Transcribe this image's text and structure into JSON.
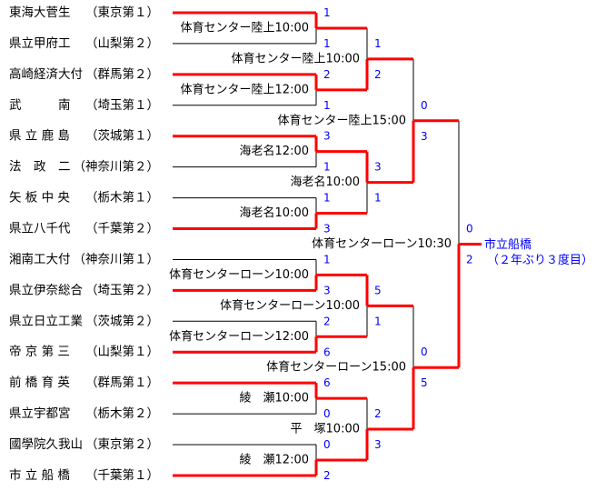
{
  "colors": {
    "win_line": "#ff0000",
    "line": "#000000",
    "score": "#0000ff"
  },
  "teams": [
    {
      "name": "東海大菅生",
      "pref": "（東京第１）"
    },
    {
      "name": "県立甲府工",
      "pref": "（山梨第２）"
    },
    {
      "name": "高崎経済大付",
      "pref": "（群馬第２）"
    },
    {
      "name": "武　　　南",
      "pref": "（埼玉第１）"
    },
    {
      "name": "県 立 鹿 島",
      "pref": "（茨城第１）"
    },
    {
      "name": "法　政　二",
      "pref": "（神奈川第２）"
    },
    {
      "name": "矢 板 中 央",
      "pref": "（栃木第１）"
    },
    {
      "name": "県立八千代",
      "pref": "（千葉第２）"
    },
    {
      "name": "湘南工大付",
      "pref": "（神奈川第１）"
    },
    {
      "name": "県立伊奈総合",
      "pref": "（埼玉第２）"
    },
    {
      "name": "県立日立工業",
      "pref": "（茨城第２）"
    },
    {
      "name": "帝 京 第 三",
      "pref": "（山梨第１）"
    },
    {
      "name": "前 橋 育 英",
      "pref": "（群馬第１）"
    },
    {
      "name": "県立宇都宮",
      "pref": "（栃木第２）"
    },
    {
      "name": "國學院久我山",
      "pref": "（東京第２）"
    },
    {
      "name": "市 立 船 橋",
      "pref": "（千葉第１）"
    }
  ],
  "rounds": [
    [
      {
        "venue": "体育センター陸上10:00",
        "scores": [
          "1",
          "1"
        ],
        "winner": 0
      },
      {
        "venue": "体育センター陸上12:00",
        "scores": [
          "2",
          "1"
        ],
        "winner": 0
      },
      {
        "venue": "海老名12:00",
        "scores": [
          "3",
          "1"
        ],
        "winner": 0
      },
      {
        "venue": "海老名10:00",
        "scores": [
          "1",
          "3"
        ],
        "winner": 1
      },
      {
        "venue": "体育センターローン10:00",
        "scores": [
          "1",
          "3"
        ],
        "winner": 1
      },
      {
        "venue": "体育センターローン12:00",
        "scores": [
          "2",
          "6"
        ],
        "winner": 1
      },
      {
        "venue": "綾　瀬10:00",
        "scores": [
          "6",
          "0"
        ],
        "winner": 0
      },
      {
        "venue": "綾　瀬12:00",
        "scores": [
          "0",
          "2"
        ],
        "winner": 1
      }
    ],
    [
      {
        "venue": "体育センター陸上10:00",
        "scores": [
          "1",
          "2"
        ],
        "winner": 1
      },
      {
        "venue": "海老名10:00",
        "scores": [
          "3",
          "1"
        ],
        "winner": 0
      },
      {
        "venue": "体育センターローン10:00",
        "scores": [
          "5",
          "1"
        ],
        "winner": 0
      },
      {
        "venue": "平　塚10:00",
        "scores": [
          "2",
          "3"
        ],
        "winner": 1
      }
    ],
    [
      {
        "venue": "体育センター陸上15:00",
        "scores": [
          "0",
          "3"
        ],
        "winner": 1
      },
      {
        "venue": "体育センターローン15:00",
        "scores": [
          "0",
          "5"
        ],
        "winner": 1
      }
    ],
    [
      {
        "venue": "体育センターローン10:30",
        "scores": [
          "0",
          "2"
        ],
        "winner": 1
      }
    ]
  ],
  "champion": {
    "name": "市立船橋",
    "note": "（２年ぶり３度目）"
  }
}
